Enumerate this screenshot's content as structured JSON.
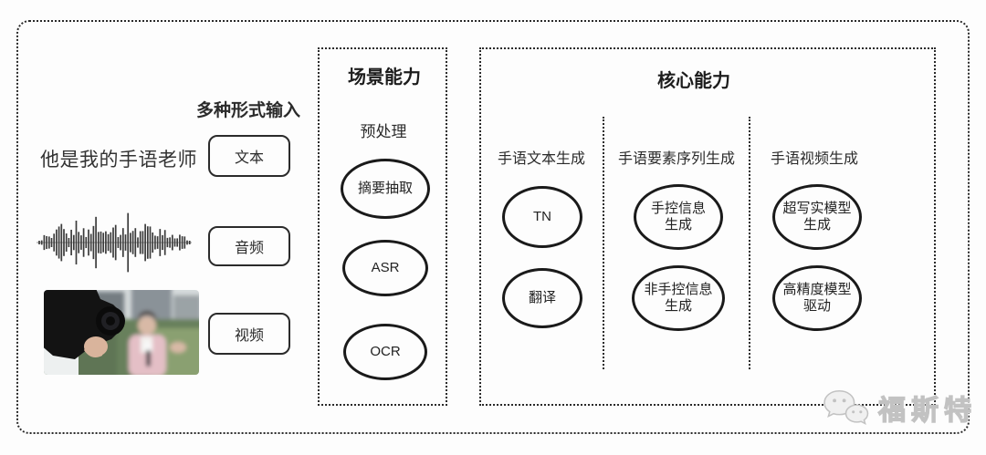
{
  "colors": {
    "line": "#2a2a2a",
    "text": "#2b2b2b",
    "background": "#fdfdfd",
    "watermark": "#c2c2c2"
  },
  "input_section": {
    "label": "多种形式输入",
    "text_example": "他是我的手语老师",
    "inputs": [
      {
        "label": "文本"
      },
      {
        "label": "音频"
      },
      {
        "label": "视频"
      }
    ],
    "media": [
      {
        "name": "audio-waveform"
      },
      {
        "name": "video-thumbnail"
      }
    ]
  },
  "scene_box": {
    "title": "场景能力",
    "subtitle": "预处理",
    "nodes": [
      {
        "lines": [
          "摘要抽取",
          ""
        ]
      },
      {
        "lines": [
          "ASR",
          ""
        ]
      },
      {
        "lines": [
          "OCR",
          ""
        ]
      }
    ]
  },
  "core_box": {
    "title": "核心能力",
    "columns": [
      {
        "header": "手语文本生成",
        "nodes": [
          {
            "lines": [
              "TN",
              ""
            ]
          },
          {
            "lines": [
              "翻译",
              ""
            ]
          }
        ]
      },
      {
        "header": "手语要素序列生成",
        "nodes": [
          {
            "lines": [
              "手控信息",
              "生成"
            ]
          },
          {
            "lines": [
              "非手控信息",
              "生成"
            ]
          }
        ]
      },
      {
        "header": "手语视频生成",
        "nodes": [
          {
            "lines": [
              "超写实模型",
              "生成"
            ]
          },
          {
            "lines": [
              "高精度模型",
              "驱动"
            ]
          }
        ]
      }
    ]
  },
  "watermark": {
    "text": "福斯特",
    "logo": "chat-bubbles-icon"
  }
}
